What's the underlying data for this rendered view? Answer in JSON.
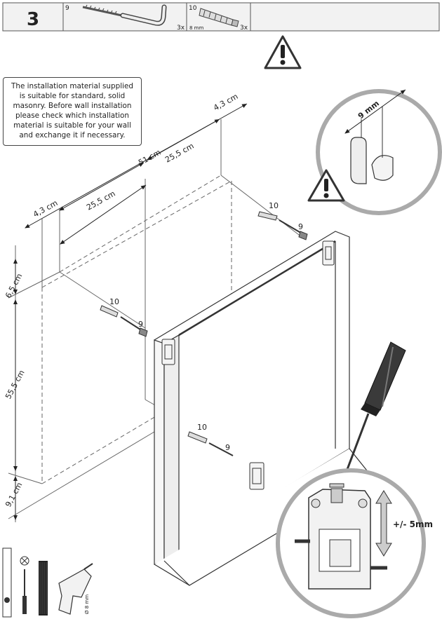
{
  "header": {
    "step": "3",
    "parts": [
      {
        "id": "9",
        "qty": "3x",
        "icon": "screw-hook-icon"
      },
      {
        "id": "10",
        "qty": "3x",
        "size": "8 mm",
        "icon": "wall-plug-icon"
      }
    ]
  },
  "note": {
    "lines": [
      "The installation material supplied",
      "is suitable for standard, solid",
      "masonry. Before wall installation",
      "please check which installation",
      "material is suitable for your wall",
      "and exchange it if necessary."
    ]
  },
  "dimensions": {
    "top_total": "51 cm",
    "top_half_right": "25,5 cm",
    "top_half_left": "25,5 cm",
    "top_edge_right": "4,3 cm",
    "top_edge_left": "4,3 cm",
    "side_top": "6,5 cm",
    "side_mid": "55,5 cm",
    "side_bottom": "9,1 cm"
  },
  "callouts": {
    "hook_gap": "9 mm",
    "adjust_range": "+/- 5mm",
    "plug_label": "10",
    "screw_label": "9"
  },
  "tools": {
    "drill_bit": "Ø 8 mm"
  },
  "icons": {
    "warning": "warning-triangle-icon"
  }
}
